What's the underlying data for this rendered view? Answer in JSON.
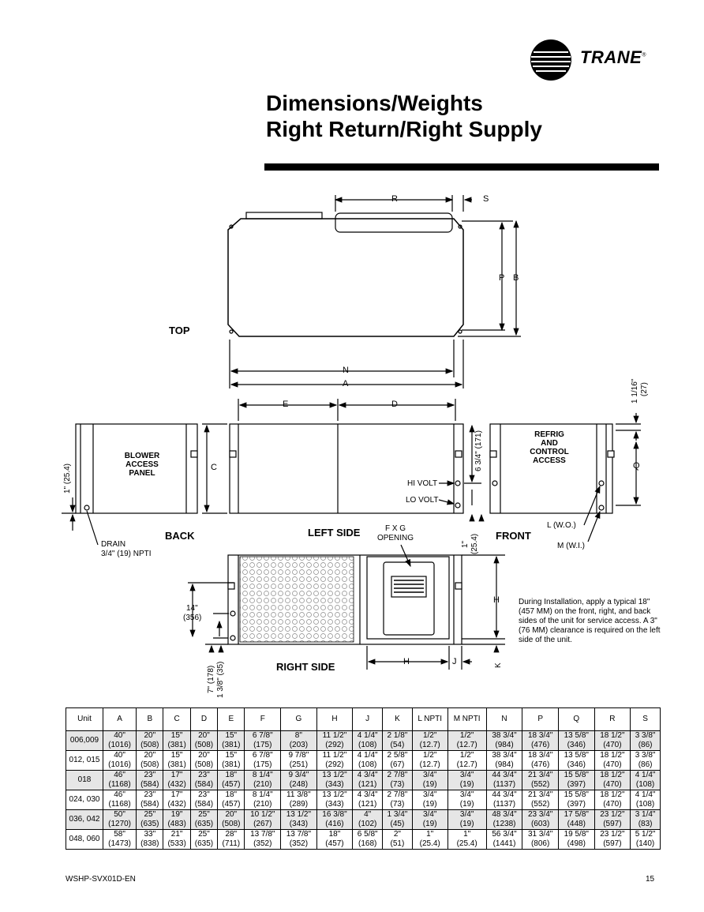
{
  "header": {
    "brand": "TRANE",
    "title_line1": "Dimensions/Weights",
    "title_line2": "Right Return/Right Supply"
  },
  "drawing": {
    "views": {
      "top": "TOP",
      "back": "BACK",
      "left_side": "LEFT SIDE",
      "front": "FRONT",
      "right_side": "RIGHT SIDE"
    },
    "labels": {
      "r": "R",
      "s": "S",
      "p": "P",
      "b": "B",
      "n": "N",
      "a": "A",
      "e": "E",
      "d": "D",
      "c": "C",
      "q": "Q",
      "h": "H",
      "j": "J",
      "k": "K",
      "blower_access_panel": "BLOWER ACCESS PANEL",
      "refrig_control_access": "REFRIG AND CONTROL ACCESS",
      "hi_volt": "HI VOLT",
      "lo_volt": "LO VOLT",
      "drain": "DRAIN",
      "drain_size": "3/4\"  (19) NPTI",
      "fxg_opening_1": "F X G",
      "fxg_opening_2": "OPENING",
      "l_wo": "L (W.O.)",
      "m_wi": "M (W.I.)",
      "dim_1_25_4": "1\" (25.4)",
      "dim_1_1_16": "1 1/16\"",
      "dim_27": "(27)",
      "dim_6_3_4": "6 3/4\" (171)",
      "dim_1_b": "1\"",
      "dim_25_4_b": "(25.4)",
      "dim_14": "14\"",
      "dim_356": "(356)",
      "dim_7": "7\" (178)",
      "dim_1_3_8": "1 3/8\" (35)"
    },
    "note": "During Installation, apply a typical 18\" (457 MM) on the front, right, and back sides of the unit for service access. A 3\" (76 MM) clearance is required on the left side of the unit."
  },
  "table": {
    "headers": [
      "Unit",
      "A",
      "B",
      "C",
      "D",
      "E",
      "F",
      "G",
      "H",
      "J",
      "K",
      "L NPTI",
      "M NPTI",
      "N",
      "P",
      "Q",
      "R",
      "S"
    ],
    "rows": [
      {
        "unit": "006,009",
        "cells": [
          [
            "40\"",
            "(1016)"
          ],
          [
            "20\"",
            "(508)"
          ],
          [
            "15\"",
            "(381)"
          ],
          [
            "20\"",
            "(508)"
          ],
          [
            "15\"",
            "(381)"
          ],
          [
            "6 7/8\"",
            "(175)"
          ],
          [
            "8\"",
            "(203)"
          ],
          [
            "11 1/2\"",
            "(292)"
          ],
          [
            "4 1/4\"",
            "(108)"
          ],
          [
            "2 1/8\"",
            "(54)"
          ],
          [
            "1/2\"",
            "(12.7)"
          ],
          [
            "1/2\"",
            "(12.7)"
          ],
          [
            "38 3/4\"",
            "(984)"
          ],
          [
            "18 3/4\"",
            "(476)"
          ],
          [
            "13 5/8\"",
            "(346)"
          ],
          [
            "18 1/2\"",
            "(470)"
          ],
          [
            "3 3/8\"",
            "(86)"
          ]
        ]
      },
      {
        "unit": "012, 015",
        "cells": [
          [
            "40\"",
            "(1016)"
          ],
          [
            "20\"",
            "(508)"
          ],
          [
            "15\"",
            "(381)"
          ],
          [
            "20\"",
            "(508)"
          ],
          [
            "15\"",
            "(381)"
          ],
          [
            "6 7/8\"",
            "(175)"
          ],
          [
            "9 7/8\"",
            "(251)"
          ],
          [
            "11 1/2\"",
            "(292)"
          ],
          [
            "4 1/4\"",
            "(108)"
          ],
          [
            "2 5/8\"",
            "(67)"
          ],
          [
            "1/2\"",
            "(12.7)"
          ],
          [
            "1/2\"",
            "(12.7)"
          ],
          [
            "38 3/4\"",
            "(984)"
          ],
          [
            "18 3/4\"",
            "(476)"
          ],
          [
            "13 5/8\"",
            "(346)"
          ],
          [
            "18 1/2\"",
            "(470)"
          ],
          [
            "3 3/8\"",
            "(86)"
          ]
        ]
      },
      {
        "unit": "018",
        "cells": [
          [
            "46\"",
            "(1168)"
          ],
          [
            "23\"",
            "(584)"
          ],
          [
            "17\"",
            "(432)"
          ],
          [
            "23\"",
            "(584)"
          ],
          [
            "18\"",
            "(457)"
          ],
          [
            "8 1/4\"",
            "(210)"
          ],
          [
            "9 3/4\"",
            "(248)"
          ],
          [
            "13 1/2\"",
            "(343)"
          ],
          [
            "4 3/4\"",
            "(121)"
          ],
          [
            "2 7/8\"",
            "(73)"
          ],
          [
            "3/4\"",
            "(19)"
          ],
          [
            "3/4\"",
            "(19)"
          ],
          [
            "44 3/4\"",
            "(1137)"
          ],
          [
            "21 3/4\"",
            "(552)"
          ],
          [
            "15 5/8\"",
            "(397)"
          ],
          [
            "18 1/2\"",
            "(470)"
          ],
          [
            "4 1/4\"",
            "(108)"
          ]
        ]
      },
      {
        "unit": "024, 030",
        "cells": [
          [
            "46\"",
            "(1168)"
          ],
          [
            "23\"",
            "(584)"
          ],
          [
            "17\"",
            "(432)"
          ],
          [
            "23\"",
            "(584)"
          ],
          [
            "18\"",
            "(457)"
          ],
          [
            "8 1/4\"",
            "(210)"
          ],
          [
            "11 3/8\"",
            "(289)"
          ],
          [
            "13 1/2\"",
            "(343)"
          ],
          [
            "4 3/4\"",
            "(121)"
          ],
          [
            "2 7/8\"",
            "(73)"
          ],
          [
            "3/4\"",
            "(19)"
          ],
          [
            "3/4\"",
            "(19)"
          ],
          [
            "44 3/4\"",
            "(1137)"
          ],
          [
            "21 3/4\"",
            "(552)"
          ],
          [
            "15 5/8\"",
            "(397)"
          ],
          [
            "18 1/2\"",
            "(470)"
          ],
          [
            "4 1/4\"",
            "(108)"
          ]
        ]
      },
      {
        "unit": "036, 042",
        "cells": [
          [
            "50\"",
            "(1270)"
          ],
          [
            "25\"",
            "(635)"
          ],
          [
            "19\"",
            "(483)"
          ],
          [
            "25\"",
            "(635)"
          ],
          [
            "20\"",
            "(508)"
          ],
          [
            "10 1/2\"",
            "(267)"
          ],
          [
            "13 1/2\"",
            "(343)"
          ],
          [
            "16 3/8\"",
            "(416)"
          ],
          [
            "4\"",
            "(102)"
          ],
          [
            "1 3/4\"",
            "(45)"
          ],
          [
            "3/4\"",
            "(19)"
          ],
          [
            "3/4\"",
            "(19)"
          ],
          [
            "48 3/4\"",
            "(1238)"
          ],
          [
            "23 3/4\"",
            "(603)"
          ],
          [
            "17 5/8\"",
            "(448)"
          ],
          [
            "23 1/2\"",
            "(597)"
          ],
          [
            "3 1/4\"",
            "(83)"
          ]
        ]
      },
      {
        "unit": "048, 060",
        "cells": [
          [
            "58\"",
            "(1473)"
          ],
          [
            "33\"",
            "(838)"
          ],
          [
            "21\"",
            "(533)"
          ],
          [
            "25\"",
            "(635)"
          ],
          [
            "28\"",
            "(711)"
          ],
          [
            "13 7/8\"",
            "(352)"
          ],
          [
            "13 7/8\"",
            "(352)"
          ],
          [
            "18\"",
            "(457)"
          ],
          [
            "6 5/8\"",
            "(168)"
          ],
          [
            "2\"",
            "(51)"
          ],
          [
            "1\"",
            "(25.4)"
          ],
          [
            "1\"",
            "(25.4)"
          ],
          [
            "56 3/4\"",
            "(1441)"
          ],
          [
            "31 3/4\"",
            "(806)"
          ],
          [
            "19 5/8\"",
            "(498)"
          ],
          [
            "23 1/2\"",
            "(597)"
          ],
          [
            "5 1/2\"",
            "(140)"
          ]
        ]
      }
    ]
  },
  "footer": {
    "doc_id": "WSHP-SVX01D-EN",
    "page": "15"
  }
}
